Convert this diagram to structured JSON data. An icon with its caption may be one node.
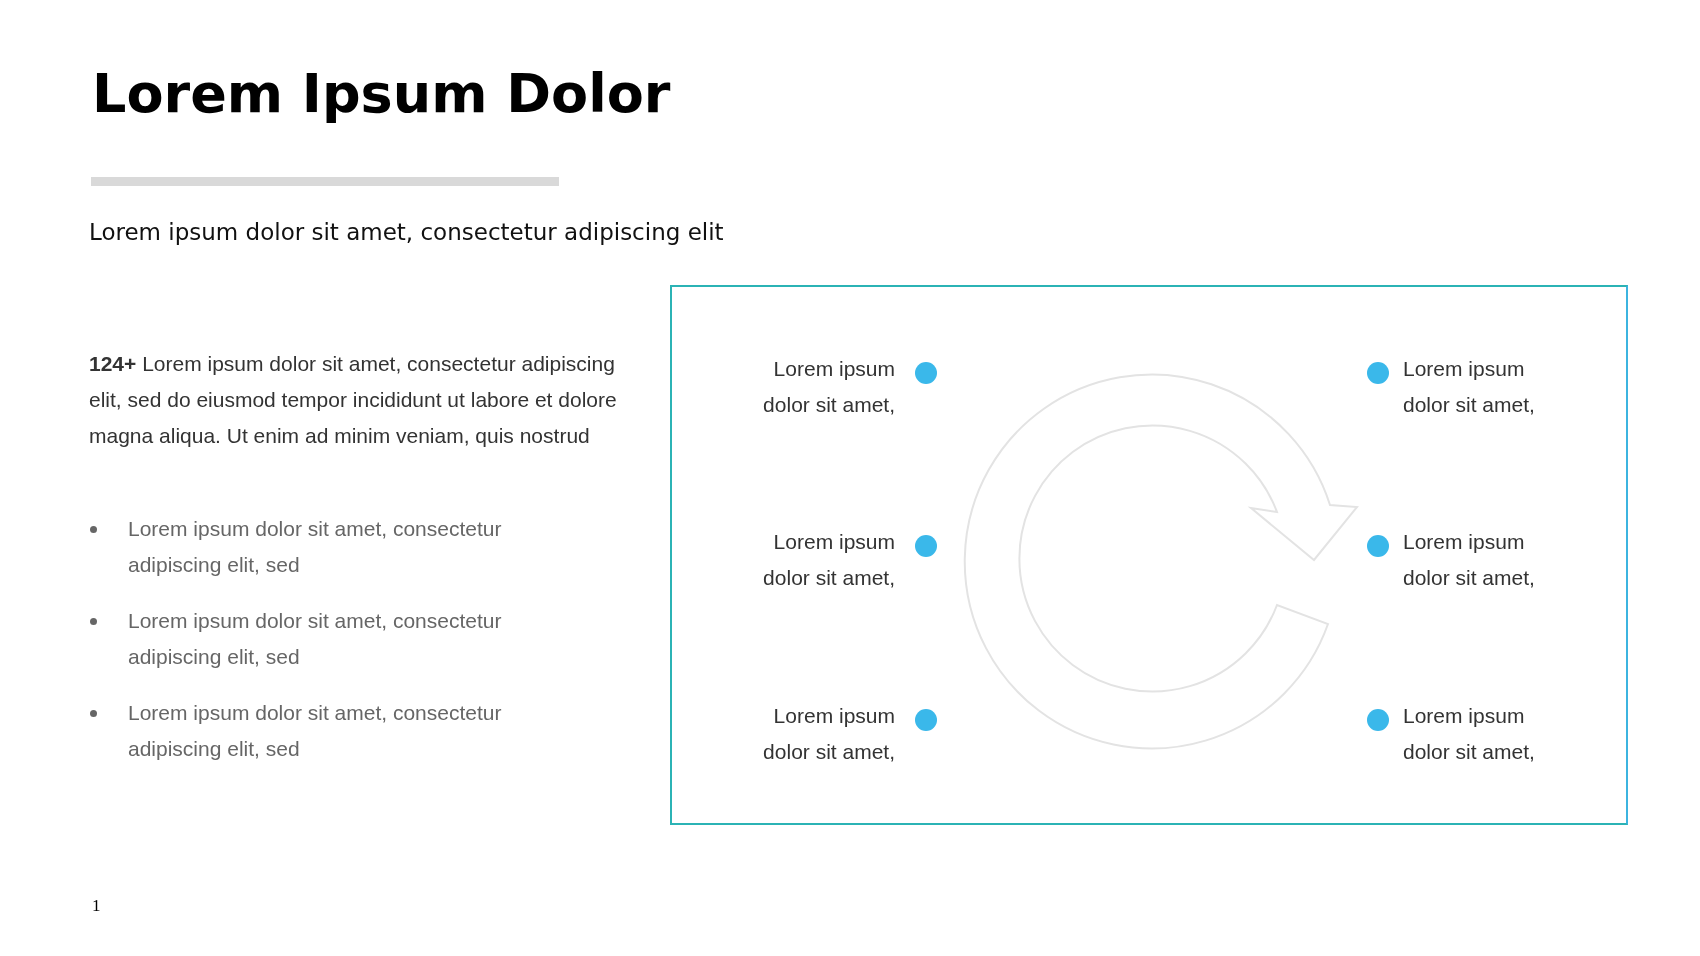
{
  "diagram": {
    "title": "Lorem Ipsum Dolor",
    "nodes": [
      {
        "text": [],
        "shape": "box"
      },
      {
        "text": [
          "Lorem ipsum dolor sit amet,"
        ],
        "in": 0
      },
      {
        "text": [
          "Lorem ipsum dolor sit amet,"
        ],
        "in": 0
      },
      {
        "text": [
          "Lorem ipsum dolor sit amet,"
        ],
        "in": 0
      },
      {
        "text": [
          "Lorem ipsum dolor sit amet,"
        ],
        "in": 0
      },
      {
        "text": [
          "Lorem ipsum dolor sit amet,"
        ],
        "in": 0
      },
      {
        "text": [
          "Lorem ipsum dolor sit amet,"
        ],
        "in": 0
      }
    ],
    "edges": [],
    "labels": [
      "Lorem ipsum dolor sit amet, consectetur adipiscing elit",
      "**124+** Lorem ipsum dolor sit amet, consectetur adipiscing elit, sed do eiusmod tempor incididunt ut labore et dolore magna aliqua. Ut enim ad minim veniam, quis nostrud",
      "Lorem ipsum dolor sit amet, consectetur adipiscing elit, sed",
      "Lorem ipsum dolor sit amet, consectetur adipiscing elit, sed",
      "Lorem ipsum dolor sit amet, consectetur adipiscing elit, sed",
      "1"
    ]
  }
}
